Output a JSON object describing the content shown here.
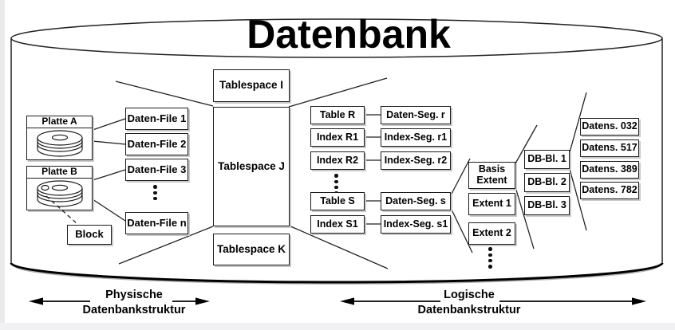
{
  "title": "Datenbank",
  "colors": {
    "line": "#222222",
    "box_border": "#1c1c1c",
    "box_shadow": "#c9c9c9",
    "background": "#ffffff"
  },
  "physical_structure": {
    "disks": [
      {
        "label": "Platte A"
      },
      {
        "label": "Platte B"
      }
    ],
    "block_label": "Block",
    "data_files": [
      "Daten-File 1",
      "Daten-File 2",
      "Daten-File 3",
      "Daten-File n"
    ]
  },
  "tablespaces": [
    "Tablespace I",
    "Tablespace J",
    "Tablespace K"
  ],
  "schema_objects": [
    {
      "object": "Table R",
      "segment": "Daten-Seg. r"
    },
    {
      "object": "Index R1",
      "segment": "Index-Seg. r1"
    },
    {
      "object": "Index R2",
      "segment": "Index-Seg. r2"
    },
    {
      "object": "Table S",
      "segment": "Daten-Seg. s"
    },
    {
      "object": "Index S1",
      "segment": "Index-Seg. s1"
    }
  ],
  "extents": {
    "basis_line1": "Basis",
    "basis_line2": "Extent",
    "items": [
      "Extent 1",
      "Extent 2"
    ]
  },
  "db_blocks": [
    "DB-Bl. 1",
    "DB-Bl. 2",
    "DB-Bl. 3"
  ],
  "records": [
    "Datens. 032",
    "Datens. 517",
    "Datens. 389",
    "Datens. 782"
  ],
  "legend": {
    "physical_line1": "Physische",
    "physical_line2": "Datenbankstruktur",
    "logical_line1": "Logische",
    "logical_line2": "Datenbankstruktur"
  }
}
